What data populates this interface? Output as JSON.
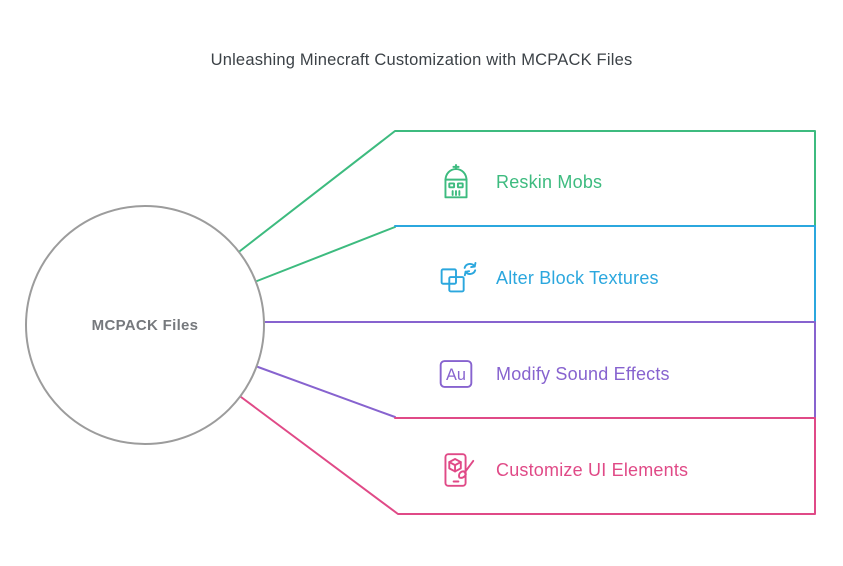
{
  "title": "Unleashing Minecraft Customization with MCPACK Files",
  "center": {
    "label": "MCPACK Files"
  },
  "branches": [
    {
      "label": "Reskin Mobs",
      "icon": "mob-head-icon",
      "color_key": "green"
    },
    {
      "label": "Alter Block Textures",
      "icon": "block-swap-icon",
      "color_key": "blue"
    },
    {
      "label": "Modify Sound Effects",
      "icon": "audio-file-icon",
      "icon_text": "Au",
      "color_key": "purple"
    },
    {
      "label": "Customize UI Elements",
      "icon": "ui-paint-icon",
      "color_key": "pink"
    }
  ],
  "colors": {
    "green": "#3dbb7f",
    "blue": "#2ba7de",
    "purple": "#8763cf",
    "pink": "#e04a87",
    "circle-border": "#9c9c9c",
    "circle-text": "#76797d",
    "title-text": "#3c4247"
  }
}
